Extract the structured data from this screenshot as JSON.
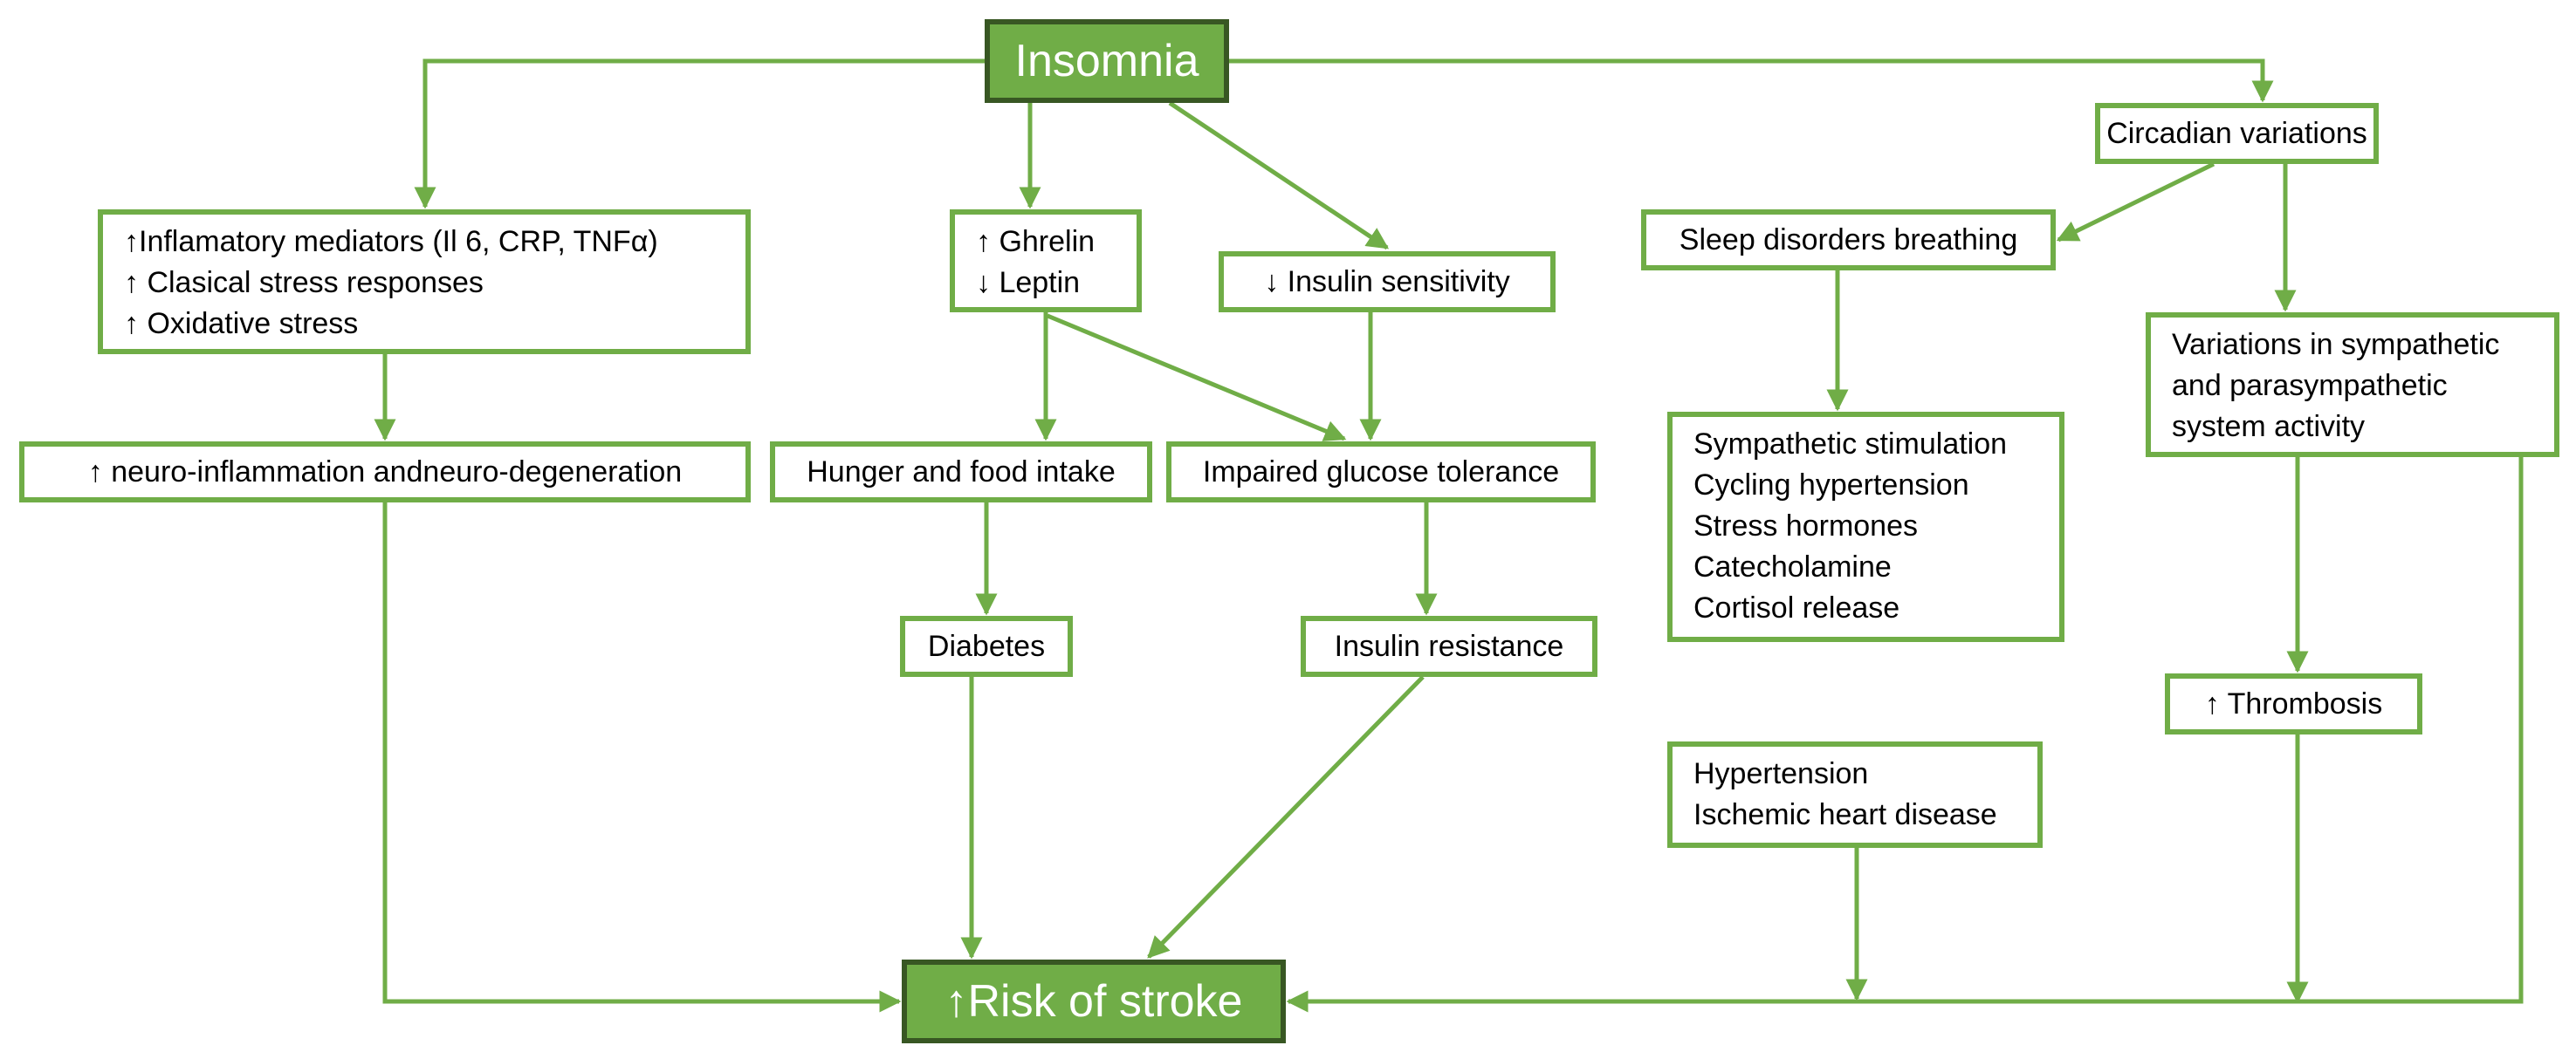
{
  "diagram": {
    "colors": {
      "accent": "#70AD47",
      "accent_dark": "#385723",
      "text": "#000000",
      "hero_text": "#ffffff"
    },
    "nodes": {
      "insomnia": {
        "lines": [
          "Insomnia"
        ]
      },
      "inflammatory": {
        "lines": [
          "↑Inflamatory mediators (Il 6, CRP, TNFα)",
          "↑ Clasical stress responses",
          "↑ Oxidative stress"
        ]
      },
      "ghrelin_leptin": {
        "lines": [
          "↑ Ghrelin",
          "↓ Leptin"
        ]
      },
      "insulin_sensitivity": {
        "lines": [
          "↓ Insulin sensitivity"
        ]
      },
      "circadian": {
        "lines": [
          "Circadian variations"
        ]
      },
      "sleep_breathing": {
        "lines": [
          "Sleep disorders breathing"
        ]
      },
      "neuro": {
        "lines": [
          "↑ neuro-inflammation andneuro-degeneration"
        ]
      },
      "hunger": {
        "lines": [
          "Hunger and food intake"
        ]
      },
      "glucose": {
        "lines": [
          "Impaired glucose tolerance"
        ]
      },
      "sympathetic_variations": {
        "lines": [
          "Variations in sympathetic",
          "and parasympathetic",
          "system activity"
        ]
      },
      "sympathetic_stimulation": {
        "lines": [
          "Sympathetic stimulation",
          "Cycling hypertension",
          "Stress hormones",
          "Catecholamine",
          "Cortisol release"
        ]
      },
      "diabetes": {
        "lines": [
          "Diabetes"
        ]
      },
      "insulin_resistance": {
        "lines": [
          "Insulin resistance"
        ]
      },
      "thrombosis": {
        "lines": [
          "↑ Thrombosis"
        ]
      },
      "hypertension": {
        "lines": [
          "Hypertension",
          "Ischemic heart disease"
        ]
      },
      "stroke": {
        "lines": [
          "↑Risk of stroke"
        ]
      }
    },
    "edges": [
      {
        "from": "insomnia",
        "to": "inflammatory"
      },
      {
        "from": "insomnia",
        "to": "ghrelin_leptin"
      },
      {
        "from": "insomnia",
        "to": "insulin_sensitivity"
      },
      {
        "from": "insomnia",
        "to": "circadian"
      },
      {
        "from": "circadian",
        "to": "sleep_breathing"
      },
      {
        "from": "circadian",
        "to": "sympathetic_variations"
      },
      {
        "from": "inflammatory",
        "to": "neuro"
      },
      {
        "from": "ghrelin_leptin",
        "to": "hunger"
      },
      {
        "from": "ghrelin_leptin",
        "to": "glucose"
      },
      {
        "from": "insulin_sensitivity",
        "to": "glucose"
      },
      {
        "from": "sleep_breathing",
        "to": "sympathetic_stimulation"
      },
      {
        "from": "hunger",
        "to": "diabetes"
      },
      {
        "from": "glucose",
        "to": "insulin_resistance"
      },
      {
        "from": "sympathetic_variations",
        "to": "thrombosis"
      },
      {
        "from": "neuro",
        "to": "stroke"
      },
      {
        "from": "diabetes",
        "to": "stroke"
      },
      {
        "from": "insulin_resistance",
        "to": "stroke"
      },
      {
        "from": "hypertension",
        "to": "stroke"
      },
      {
        "from": "thrombosis",
        "to": "stroke"
      },
      {
        "from": "sympathetic_variations",
        "to": "stroke"
      }
    ]
  }
}
